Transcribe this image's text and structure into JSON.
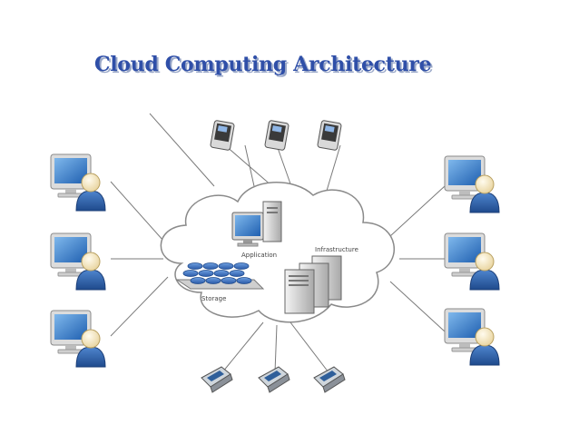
{
  "title": "Cloud Computing Architecture",
  "cloud": {
    "application_label": "Application",
    "infrastructure_label": "Infrastructure",
    "storage_label": "Storage"
  },
  "icons": {
    "top_devices": [
      "pda-icon",
      "pda-icon",
      "pda-icon"
    ],
    "bottom_devices": [
      "mobile-phone-icon",
      "mobile-phone-icon",
      "mobile-phone-icon"
    ],
    "left_users": [
      "user-workstation-icon",
      "user-workstation-icon",
      "user-workstation-icon"
    ],
    "right_users": [
      "user-workstation-icon",
      "user-workstation-icon",
      "user-workstation-icon"
    ]
  },
  "colors": {
    "title": "#2f4fa8",
    "title_shadow": "#9aa8c8",
    "monitor_screen": "#2a6fc0",
    "user_body": "#2f5fa8",
    "user_head": "#f5e6c0",
    "storage_disk": "#3b6fc4"
  }
}
